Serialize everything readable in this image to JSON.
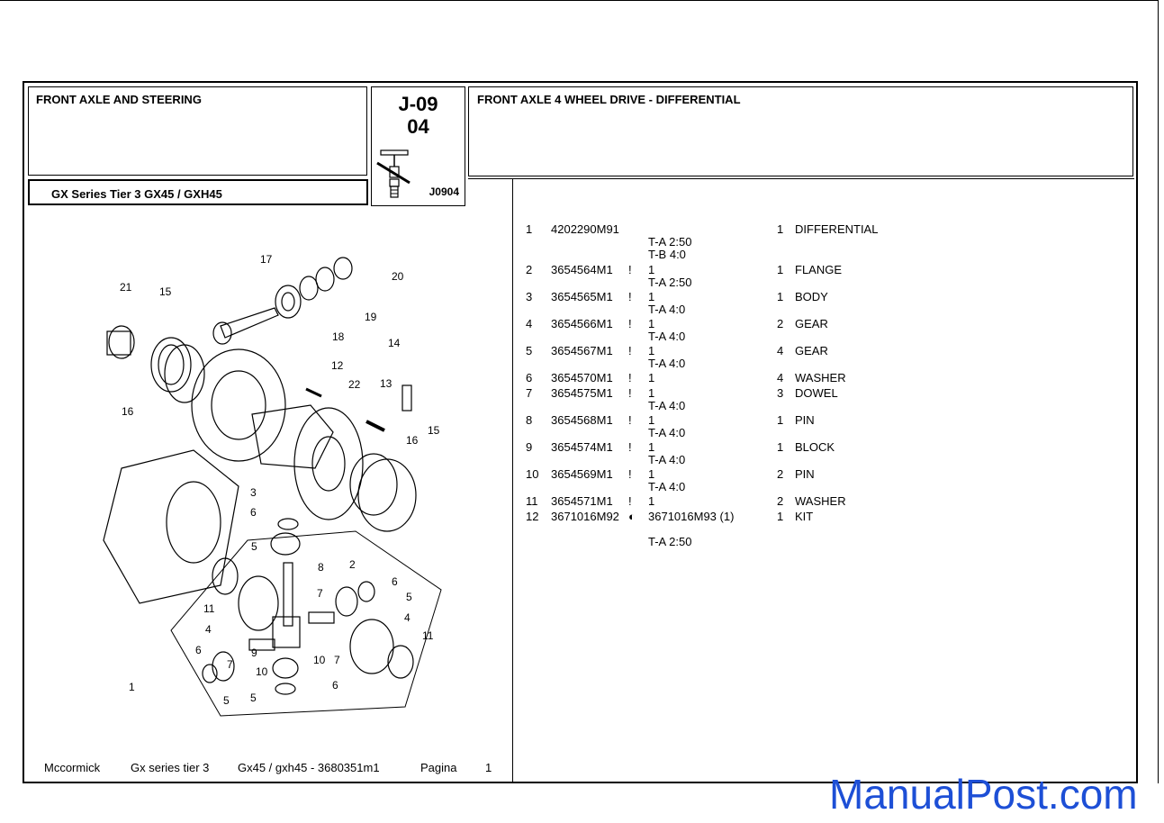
{
  "header": {
    "section_title": "FRONT AXLE AND STEERING",
    "model": "GX Series Tier 3 GX45 / GXH45",
    "code_line1": "J-09",
    "code_line2": "04",
    "code_sub": "J0904",
    "group_title": "FRONT AXLE 4 WHEEL DRIVE - DIFFERENTIAL"
  },
  "parts": [
    {
      "ref": "1",
      "part_no": "4202290M91",
      "mark": "",
      "qty_col": "",
      "notes": [
        "T-A 2:50",
        "T-B 4:0"
      ],
      "qty": "1",
      "desc": "DIFFERENTIAL"
    },
    {
      "ref": "2",
      "part_no": "3654564M1",
      "mark": "!",
      "qty_col": "1",
      "notes": [
        "T-A 2:50"
      ],
      "qty": "1",
      "desc": "FLANGE"
    },
    {
      "ref": "3",
      "part_no": "3654565M1",
      "mark": "!",
      "qty_col": "1",
      "notes": [
        "T-A 4:0"
      ],
      "qty": "1",
      "desc": "BODY"
    },
    {
      "ref": "4",
      "part_no": "3654566M1",
      "mark": "!",
      "qty_col": "1",
      "notes": [
        "T-A 4:0"
      ],
      "qty": "2",
      "desc": "GEAR"
    },
    {
      "ref": "5",
      "part_no": "3654567M1",
      "mark": "!",
      "qty_col": "1",
      "notes": [
        "T-A 4:0"
      ],
      "qty": "4",
      "desc": "GEAR"
    },
    {
      "ref": "6",
      "part_no": "3654570M1",
      "mark": "!",
      "qty_col": "1",
      "notes": [],
      "qty": "4",
      "desc": "WASHER"
    },
    {
      "ref": "7",
      "part_no": "3654575M1",
      "mark": "!",
      "qty_col": "1",
      "notes": [
        "T-A 4:0"
      ],
      "qty": "3",
      "desc": "DOWEL"
    },
    {
      "ref": "8",
      "part_no": "3654568M1",
      "mark": "!",
      "qty_col": "1",
      "notes": [
        "T-A 4:0"
      ],
      "qty": "1",
      "desc": "PIN"
    },
    {
      "ref": "9",
      "part_no": "3654574M1",
      "mark": "!",
      "qty_col": "1",
      "notes": [
        "T-A 4:0"
      ],
      "qty": "1",
      "desc": "BLOCK"
    },
    {
      "ref": "10",
      "part_no": "3654569M1",
      "mark": "!",
      "qty_col": "1",
      "notes": [
        "T-A 4:0"
      ],
      "qty": "2",
      "desc": "PIN"
    },
    {
      "ref": "11",
      "part_no": "3654571M1",
      "mark": "!",
      "qty_col": "1",
      "notes": [],
      "qty": "2",
      "desc": "WASHER"
    },
    {
      "ref": "12",
      "part_no": "3671016M92",
      "mark": "◐",
      "qty_col": "3671016M93  (1)",
      "notes": [
        "",
        "T-A 2:50"
      ],
      "qty": "1",
      "desc": "KIT"
    }
  ],
  "diagram_callouts": [
    "21",
    "15",
    "17",
    "20",
    "19",
    "18",
    "12",
    "22",
    "14",
    "13",
    "16",
    "16",
    "15",
    "3",
    "6",
    "5",
    "8",
    "7",
    "2",
    "6",
    "11",
    "4",
    "5",
    "9",
    "7",
    "10",
    "4",
    "10",
    "7",
    "11",
    "6",
    "5",
    "5",
    "6",
    "1"
  ],
  "footer": {
    "brand": "Mccormick",
    "series": "Gx series tier 3",
    "doc": "Gx45 / gxh45  - 3680351m1",
    "page_label": "Pagina",
    "page_number": "1"
  },
  "watermark": "ManualPost.com"
}
